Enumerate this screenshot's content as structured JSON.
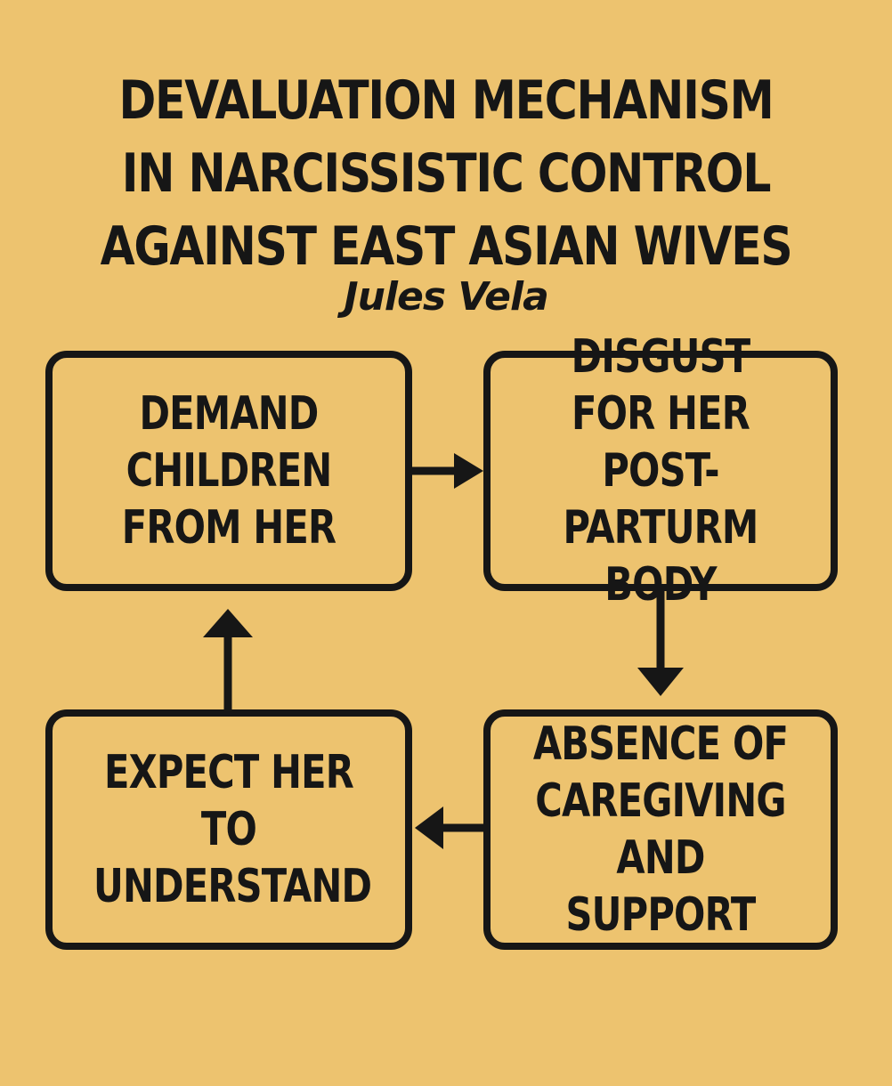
{
  "diagram": {
    "title_lines": [
      "DEVALUATION MECHANISM",
      "IN NARCISSISTIC CONTROL",
      "AGAINST EAST ASIAN WIVES"
    ],
    "author": "Jules Vela",
    "boxes": [
      {
        "label": "DEMAND CHILDREN FROM HER"
      },
      {
        "label": "DISGUST FOR HER POST-PARTURM BODY"
      },
      {
        "label": "ABSENCE OF CAREGIVING AND SUPPORT"
      },
      {
        "label": "EXPECT HER TO UNDERSTAND"
      }
    ],
    "colors": {
      "background": "#edc36f",
      "ink": "#161616"
    }
  }
}
